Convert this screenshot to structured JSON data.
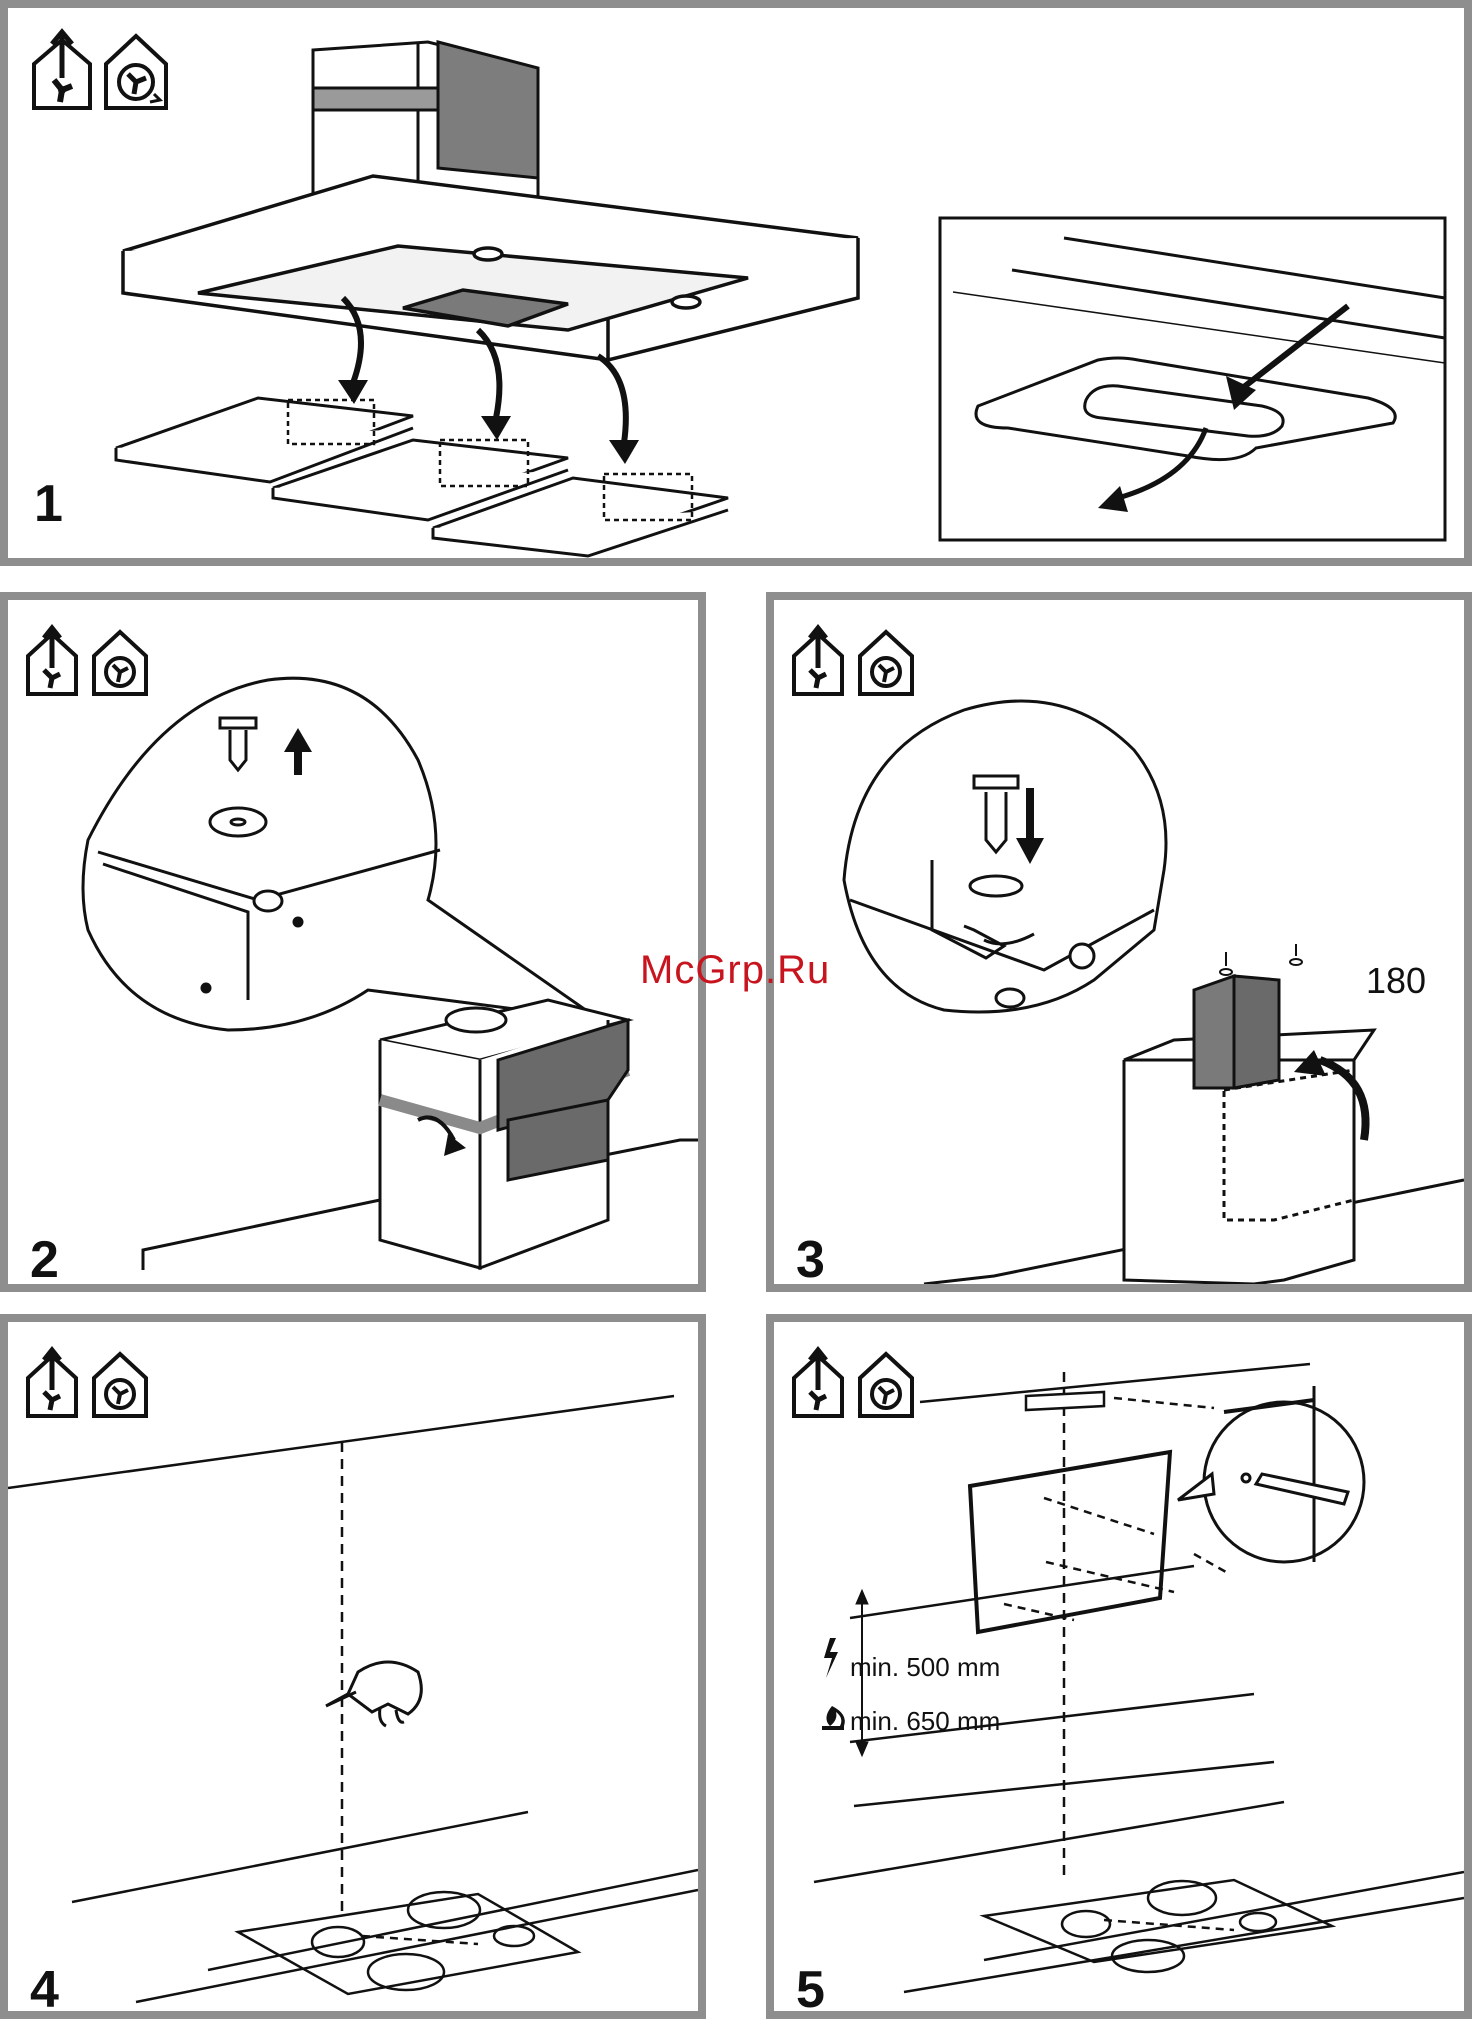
{
  "watermark": "McGrp.Ru",
  "panels": [
    {
      "step": "1"
    },
    {
      "step": "2"
    },
    {
      "step": "3",
      "rotation_label": "180"
    },
    {
      "step": "4"
    },
    {
      "step": "5",
      "dim_electric": "min. 500 mm",
      "dim_gas": "min. 650 mm"
    }
  ],
  "icons": [
    "extraction-mode-icon",
    "recirculation-mode-icon"
  ]
}
